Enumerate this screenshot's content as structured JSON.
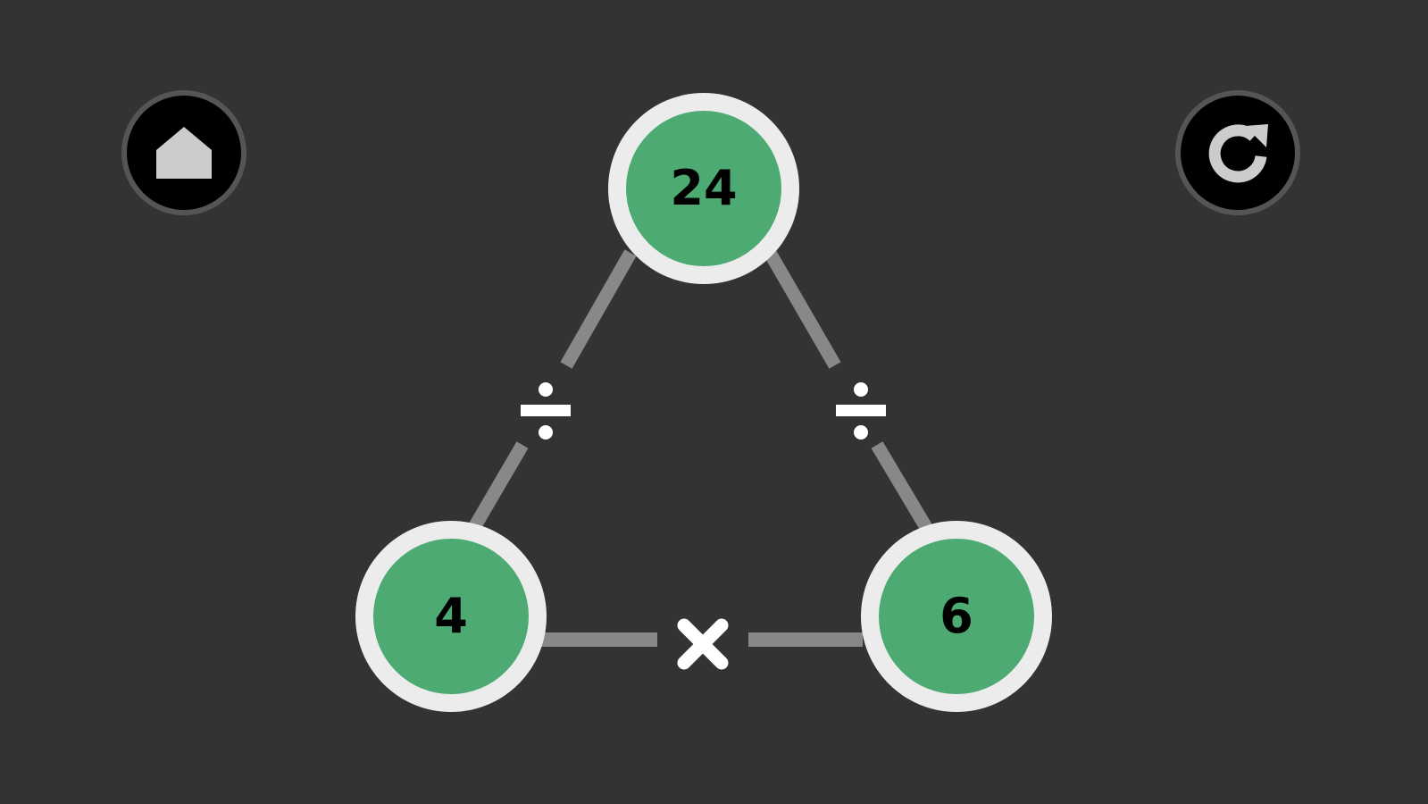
{
  "controls": {
    "home_icon": "home-icon",
    "restart_icon": "restart-icon"
  },
  "puzzle": {
    "target": "24",
    "operands": [
      "4",
      "6"
    ],
    "operators": {
      "left_edge": "÷",
      "right_edge": "÷",
      "bottom_edge": "×"
    }
  },
  "colors": {
    "background": "#333333",
    "node_fill": "#4caa72",
    "node_ring": "#ececec",
    "edge": "#888888",
    "operator": "#ffffff",
    "button_fill": "#000000",
    "button_ring": "#555555",
    "icon": "#cccccc"
  }
}
